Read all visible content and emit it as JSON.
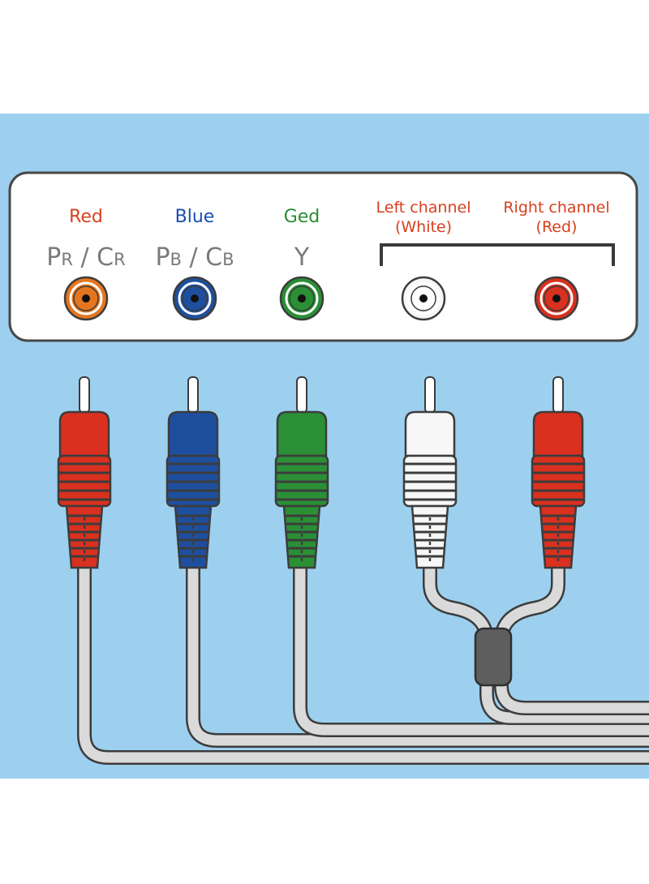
{
  "colors": {
    "background": "#9dd0ee",
    "panel": "#ffffff",
    "panel_border": "#474747",
    "red": "#d9301f",
    "blue": "#1e4f9f",
    "green": "#2a8f35",
    "white": "#f7f7f7",
    "orange": "#e5761f",
    "cable": "#dadada",
    "outline": "#3c3c3c",
    "gray_label": "#7a7a7a",
    "label_red": "#d63f1e",
    "label_blue": "#1c4eb0",
    "label_green": "#2b8a34"
  },
  "ports": [
    {
      "color_name": "Red",
      "name_color": "label_red",
      "signal_main1": "P",
      "signal_sub1": "R",
      "signal_sep": " / ",
      "signal_main2": "C",
      "signal_sub2": "R",
      "jack_color": "orange"
    },
    {
      "color_name": "Blue",
      "name_color": "label_blue",
      "signal_main1": "P",
      "signal_sub1": "B",
      "signal_sep": " / ",
      "signal_main2": "C",
      "signal_sub2": "B",
      "jack_color": "blue"
    },
    {
      "color_name": "Ged",
      "name_color": "label_green",
      "signal_main1": "Y",
      "signal_sub1": "",
      "signal_sep": "",
      "signal_main2": "",
      "signal_sub2": "",
      "jack_color": "green"
    },
    {
      "color_name": "Left channel",
      "color_name2": "(White)",
      "name_color": "label_red",
      "jack_color": "white"
    },
    {
      "color_name": "Right channel",
      "color_name2": "(Red)",
      "name_color": "label_red",
      "jack_color": "red"
    }
  ],
  "plugs": [
    {
      "body_color": "red"
    },
    {
      "body_color": "blue"
    },
    {
      "body_color": "green"
    },
    {
      "body_color": "white"
    },
    {
      "body_color": "red"
    }
  ]
}
